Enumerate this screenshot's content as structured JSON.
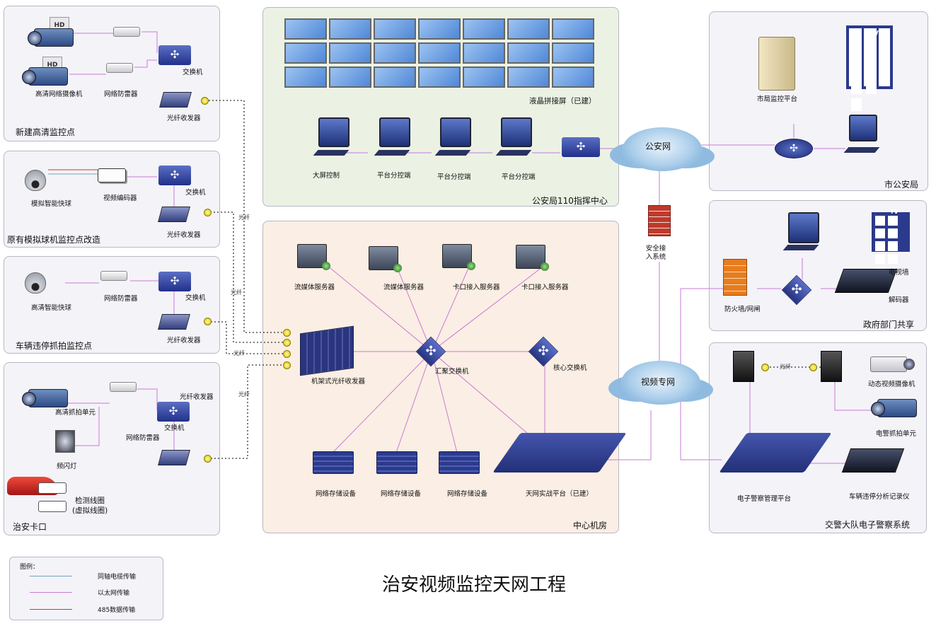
{
  "title": "治安视频监控天网工程",
  "legend": {
    "title": "图例：",
    "items": [
      {
        "label": "同轴电缆传输",
        "color": "#6fa8b8"
      },
      {
        "label": "以太网传输",
        "color": "#c77bd6"
      },
      {
        "label": "485数据传输",
        "color": "#d9362c"
      }
    ]
  },
  "colors": {
    "ethernet": "#c77bd6",
    "fiber_dotted": "#333333",
    "coax": "#6fa8b8",
    "rs485": "#d9362c"
  },
  "site1": {
    "title": "新建高清监控点",
    "camera": "高清网络摄像机",
    "hd_badge": "HD",
    "protector": "网络防雷器",
    "switch": "交换机",
    "fiber": "光纤收发器"
  },
  "site2": {
    "title": "原有模拟球机监控点改造",
    "camera": "模拟智能快球",
    "encoder": "视频编码器",
    "switch": "交换机",
    "fiber": "光纤收发器"
  },
  "site3": {
    "title": "车辆违停抓拍监控点",
    "camera": "高清智能快球",
    "protector": "网络防雷器",
    "switch": "交换机",
    "fiber": "光纤收发器"
  },
  "site4": {
    "title": "治安卡口",
    "capture": "高清抓拍单元",
    "strobe": "频闪灯",
    "protector": "网络防雷器",
    "fiber_top": "光纤收发器",
    "switch": "交换机",
    "loop": "检测线圈",
    "loop_sub": "(虚拟线圈)"
  },
  "fiber_tags": [
    "光纤",
    "光纤",
    "光纤",
    "光纤"
  ],
  "command": {
    "title": "公安局110指挥中心",
    "lcd": "液晶拼接屏（已建）",
    "stations": [
      "大屏控制",
      "平台分控端",
      "平台分控端",
      "平台分控端"
    ]
  },
  "center": {
    "title": "中心机房",
    "servers": [
      "流媒体服务器",
      "流媒体服务器",
      "卡口接入服务器",
      "卡口接入服务器"
    ],
    "rack": "机架式光纤收发器",
    "agg": "汇聚交换机",
    "core": "核心交换机",
    "storage": [
      "网络存储设备",
      "网络存储设备",
      "网络存储设备"
    ],
    "platform": "天网实战平台（已建）"
  },
  "network": {
    "police": "公安网",
    "video": "视频专网",
    "gateway": "安全接入系统"
  },
  "city": {
    "title": "市公安局",
    "platform": "市局监控平台",
    "tv": "TV"
  },
  "gov": {
    "title": "政府部门共享",
    "firewall": "防火墙/网闸",
    "tvwall": "电视墙",
    "decoder": "解码器",
    "tv": "TV"
  },
  "traffic": {
    "title": "交警大队电子警察系统",
    "fiber_tag": "光纤",
    "dyncam": "动态视频摄像机",
    "capture": "电警抓拍单元",
    "mgmt": "电子警察管理平台",
    "analyzer": "车辆违停分析记录仪"
  }
}
